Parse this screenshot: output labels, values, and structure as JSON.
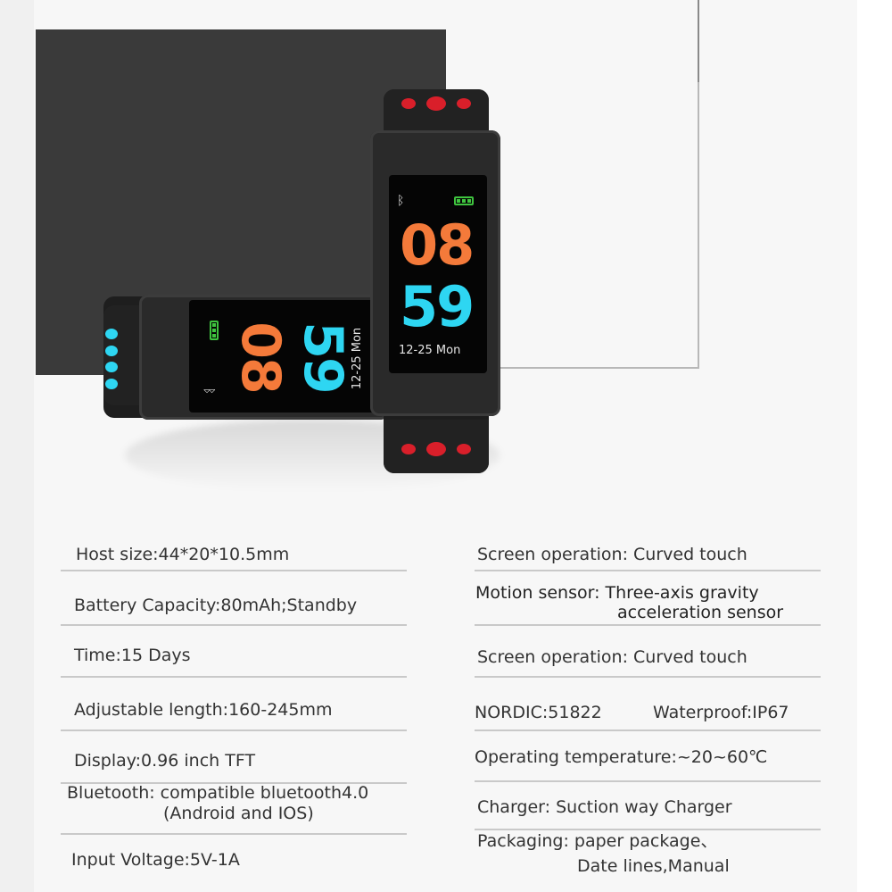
{
  "watch": {
    "hour": "08",
    "minute": "59",
    "date": "12-25 Mon",
    "bluetooth_icon": "bluetooth-icon",
    "battery_icon": "battery-icon"
  },
  "colors": {
    "hour_digits": "#f47a3a",
    "minute_digits": "#2ed6f2",
    "strap_dots_upright": "#d91f2a",
    "strap_dots_lying": "#2ed6f2",
    "battery": "#3fc43f"
  },
  "specs": {
    "left": [
      {
        "line1": "Host size:44*20*10.5mm"
      },
      {
        "line1": "Battery Capacity:80mAh;Standby"
      },
      {
        "line1": "Time:15 Days"
      },
      {
        "line1": "Adjustable length:160-245mm"
      },
      {
        "line1": "Display:0.96 inch TFT"
      },
      {
        "line1": "Bluetooth: compatible bluetooth4.0",
        "line2": "(Android and IOS)"
      },
      {
        "line1": "Input Voltage:5V-1A"
      }
    ],
    "right": [
      {
        "line1": "Screen operation: Curved touch"
      },
      {
        "line1": "Motion sensor: Three-axis gravity",
        "line2": "acceleration sensor"
      },
      {
        "line1": "Screen operation: Curved touch"
      },
      {
        "line1": "NORDIC:51822",
        "line1b": "Waterproof:IP67"
      },
      {
        "line1": "Operating temperature:~20~60℃"
      },
      {
        "line1": "Charger: Suction way Charger"
      },
      {
        "line1": "Packaging: paper package、",
        "line2": "Date lines,Manual"
      }
    ]
  }
}
